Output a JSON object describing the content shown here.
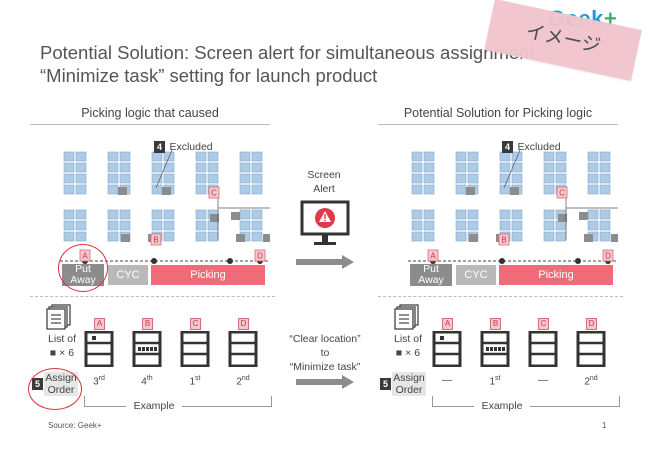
{
  "logo": {
    "text": "Geek",
    "plus": "+"
  },
  "sticky_note": "イメージ",
  "title": {
    "line1": "Potential Solution: Screen alert for simultaneous assignment",
    "line2": "“Minimize task” setting for launch product"
  },
  "left_panel": {
    "title": "Picking logic that caused",
    "excluded_badge": "4",
    "excluded_label": "Excluded",
    "zones": {
      "put_away": "Put Away",
      "cyc": "CYC",
      "picking": "Picking"
    },
    "tags": [
      "A",
      "B",
      "C",
      "D"
    ],
    "list_label": "List of",
    "list_count": "■ × 6",
    "assign_badge": "5",
    "assign_label": "Assign Order",
    "orders": [
      {
        "tag": "A",
        "rank": "3",
        "suffix": "rd"
      },
      {
        "tag": "B",
        "rank": "4",
        "suffix": "th"
      },
      {
        "tag": "C",
        "rank": "1",
        "suffix": "st"
      },
      {
        "tag": "D",
        "rank": "2",
        "suffix": "nd"
      }
    ],
    "example_label": "Example"
  },
  "middle": {
    "screen_alert": "Screen Alert",
    "arrow_text_line1": "“Clear location”",
    "arrow_text_line2": "to",
    "arrow_text_line3": "“Minimize task”"
  },
  "right_panel": {
    "title": "Potential Solution for Picking logic",
    "excluded_badge": "4",
    "excluded_label": "Excluded",
    "zones": {
      "put_away": "Put Away",
      "cyc": "CYC",
      "picking": "Picking"
    },
    "list_label": "List of",
    "list_count": "■ × 6",
    "assign_badge": "5",
    "assign_label": "Assign Order",
    "orders": [
      {
        "tag": "A",
        "rank": "—",
        "suffix": ""
      },
      {
        "tag": "B",
        "rank": "1",
        "suffix": "st"
      },
      {
        "tag": "C",
        "rank": "—",
        "suffix": ""
      },
      {
        "tag": "D",
        "rank": "2",
        "suffix": "nd"
      }
    ],
    "example_label": "Example"
  },
  "footer": {
    "source": "Source: Geek+",
    "page": "1"
  },
  "colors": {
    "accent_pink": "#f06b78",
    "shelf_blue": "#aecbe6",
    "logo_blue": "#1a9ed9",
    "alert_red": "#e03a4a"
  }
}
